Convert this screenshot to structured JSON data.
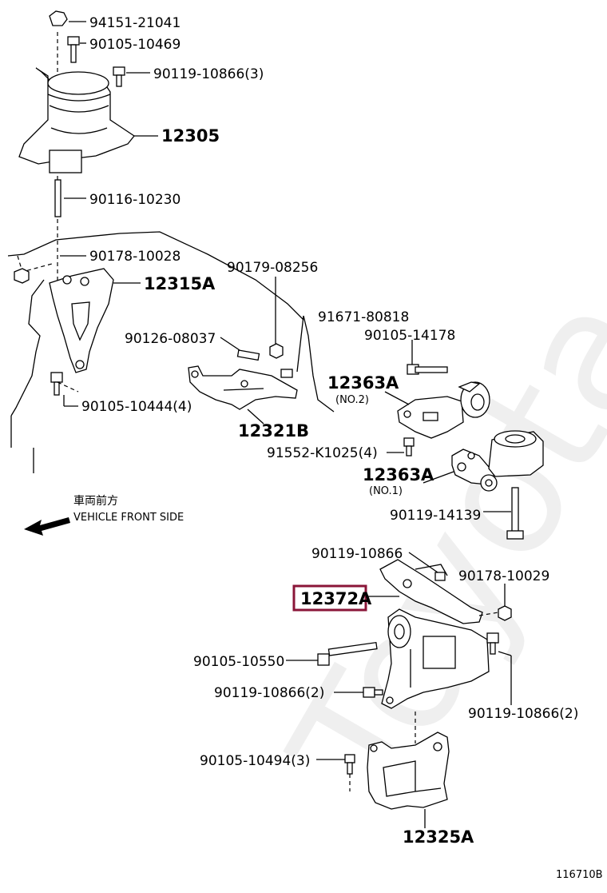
{
  "watermark": "Toyota",
  "highlight_color": "#8a1538",
  "direction": {
    "japanese": "車両前方",
    "english": "VEHICLE FRONT SIDE"
  },
  "figure_id": "116710B",
  "labels": {
    "p94151_21041": "94151-21041",
    "p90105_10469": "90105-10469",
    "p90119_10866_3_top": "90119-10866(3)",
    "p12305": "12305",
    "p90116_10230": "90116-10230",
    "p90178_10028": "90178-10028",
    "p12315A": "12315A",
    "p90179_08256": "90179-08256",
    "p91671_80818": "91671-80818",
    "p90105_14178": "90105-14178",
    "p90126_08037": "90126-08037",
    "p12363A_no2": "12363A",
    "no2": "(NO.2)",
    "p90105_10444_4": "90105-10444(4)",
    "p12321B": "12321B",
    "p91552_K1025_4": "91552-K1025(4)",
    "p12363A_no1": "12363A",
    "no1": "(NO.1)",
    "p90119_14139": "90119-14139",
    "p90119_10866": "90119-10866",
    "p90178_10029": "90178-10029",
    "p12372A": "12372A",
    "p90105_10550": "90105-10550",
    "p90119_10866_2_left": "90119-10866(2)",
    "p90119_10866_2_right": "90119-10866(2)",
    "p90105_10494_3": "90105-10494(3)",
    "p12325A": "12325A"
  }
}
